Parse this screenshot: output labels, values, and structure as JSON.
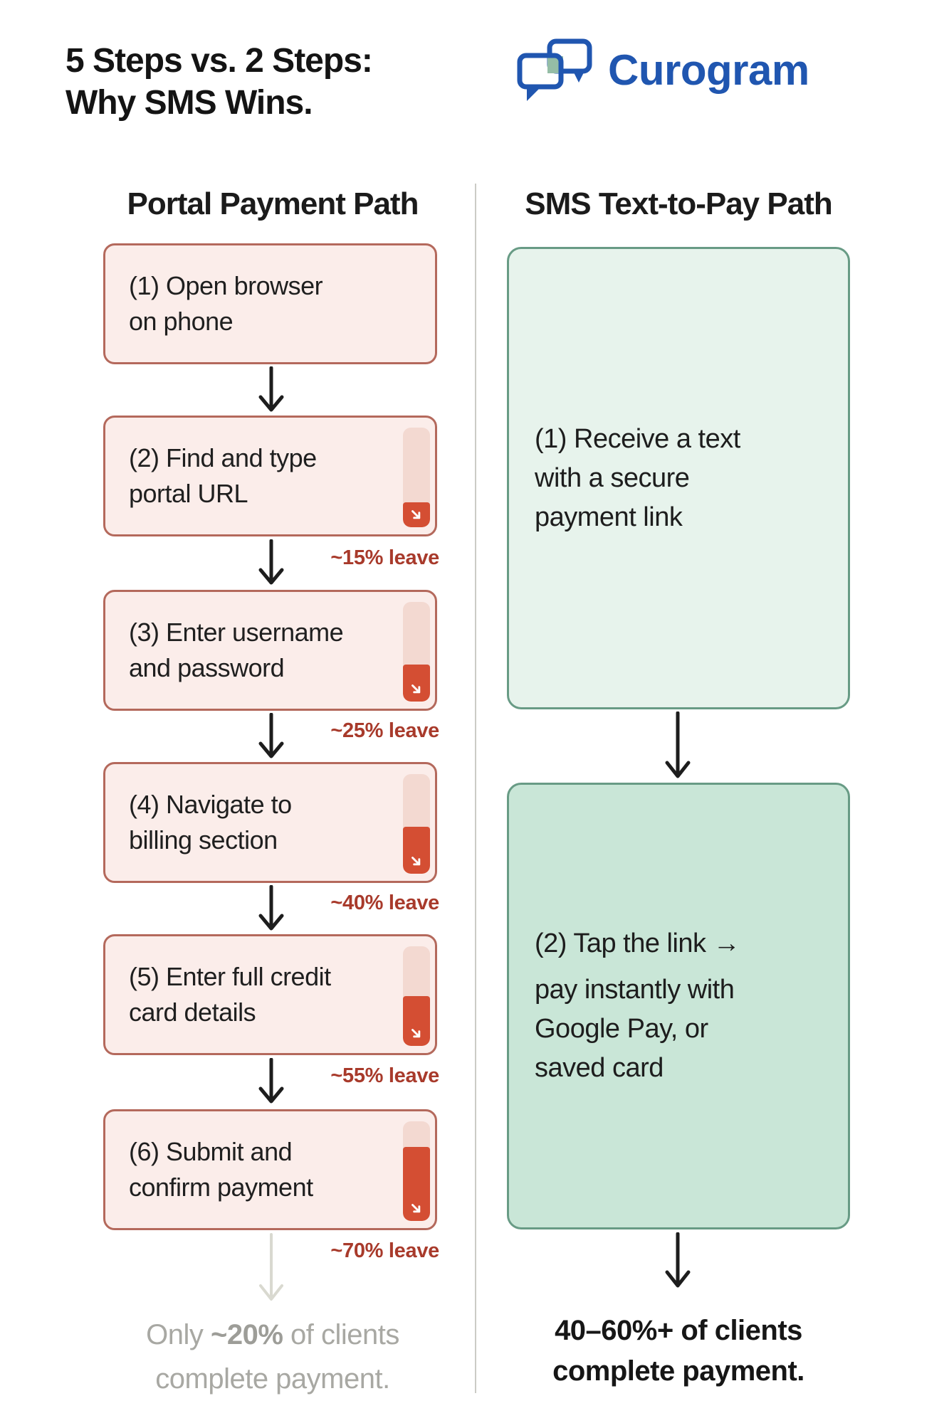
{
  "title": {
    "line1": "5 Steps vs. 2 Steps:",
    "line2": "Why SMS Wins."
  },
  "logo": {
    "wordmark": "Curogram"
  },
  "portal": {
    "header": "Portal Payment Path",
    "steps": [
      {
        "lines": [
          "(1) Open browser",
          "on phone"
        ]
      },
      {
        "lines": [
          "(2) Find and type",
          "portal URL"
        ],
        "leave_label": "~15% leave",
        "meter_fill": "25%"
      },
      {
        "lines": [
          "(3) Enter username",
          "and password"
        ],
        "leave_label": "~25% leave",
        "meter_fill": "37%"
      },
      {
        "lines": [
          "(4) Navigate to",
          "billing section"
        ],
        "leave_label": "~40% leave",
        "meter_fill": "47%"
      },
      {
        "lines": [
          "(5) Enter full credit",
          "card details"
        ],
        "leave_label": "~55% leave",
        "meter_fill": "50%"
      },
      {
        "lines": [
          "(6) Submit and",
          "confirm payment"
        ],
        "leave_label": "~70% leave",
        "meter_fill": "74%"
      }
    ],
    "outcome": {
      "line1_pre": "Only ",
      "line1_bold": "~20%",
      "line1_post": " of clients",
      "line2": "complete payment."
    }
  },
  "sms": {
    "header": "SMS Text-to-Pay Path",
    "steps": [
      {
        "lines": [
          "(1) Receive a text",
          "with a secure",
          "payment link"
        ]
      },
      {
        "lines": [
          "(2) Tap the link →",
          "pay instantly with",
          "Google Pay, or",
          "saved card"
        ]
      }
    ],
    "outcome": {
      "line1": "40–60%+ of clients",
      "line2": "complete payment."
    }
  },
  "colors": {
    "brand_blue": "#2056b0",
    "logo_square_green": "#95bda6",
    "portal_box_bg": "#fbedea",
    "portal_box_border": "#b4695c",
    "meter_track": "#f3d9d1",
    "meter_fill_red": "#d44e33",
    "leave_text": "#a83a2b",
    "sms_box1_bg": "#e7f3ec",
    "sms_box2_bg": "#c9e6d7",
    "sms_box_border": "#689b85",
    "muted_text": "#a8a8a3",
    "arrow_black": "#1d1d1d",
    "arrow_faded": "#d9d9d0"
  }
}
